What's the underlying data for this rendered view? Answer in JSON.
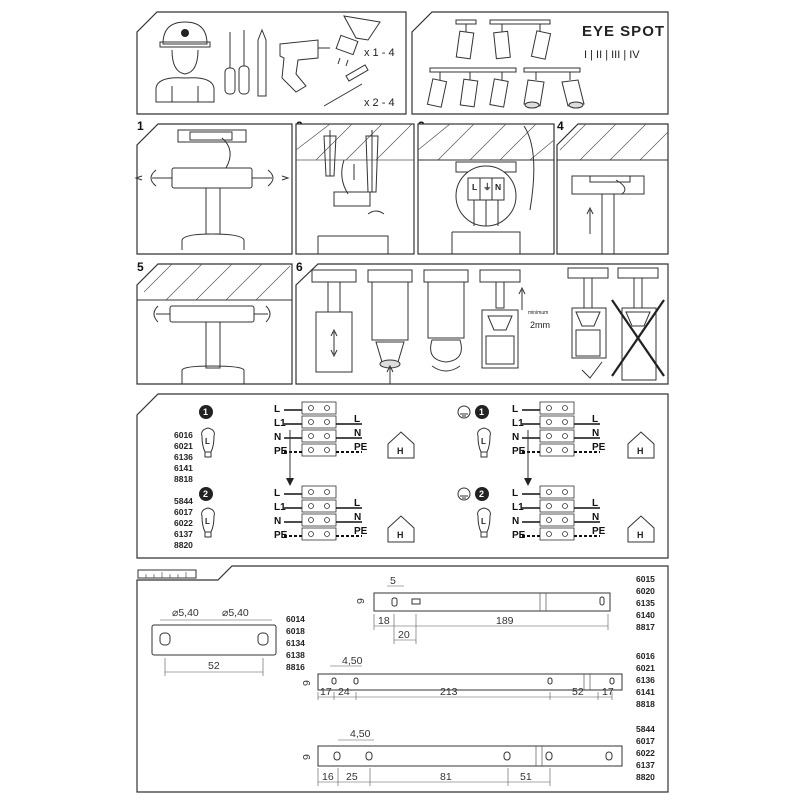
{
  "title": "EYE SPOT",
  "variants": "I | II | III | IV",
  "tools": {
    "bulb_qty": "x 1 - 4",
    "screw_qty": "x 2 - 4"
  },
  "steps": [
    "1",
    "2",
    "3",
    "4",
    "5",
    "6"
  ],
  "step3_terminal": {
    "l": "L",
    "earth": "⏚",
    "n": "N"
  },
  "step6": {
    "minimum_label": "minimum",
    "minimum_value": "2mm"
  },
  "wiring": {
    "group1_codes": [
      "6016",
      "6021",
      "6136",
      "6141",
      "8818"
    ],
    "group2_codes": [
      "5844",
      "6017",
      "6022",
      "6137",
      "8820"
    ],
    "marker1": "1",
    "marker2": "2",
    "bulb_letter": "L",
    "house_letter": "H",
    "terminal_labels": {
      "l": "L",
      "l1": "L1",
      "n": "N",
      "pe": "PE"
    }
  },
  "dimensions": {
    "bar1": {
      "codes": [
        "6014",
        "6018",
        "6134",
        "6138",
        "8816"
      ],
      "hole1": "⌀5,40",
      "hole2": "⌀5,40",
      "spacing": "52"
    },
    "bar2": {
      "codes": [
        "6015",
        "6020",
        "6135",
        "6140",
        "8817"
      ],
      "d5": "5",
      "d9": "9",
      "d18": "18",
      "d20": "20",
      "d189": "189"
    },
    "bar3": {
      "codes": [
        "6016",
        "6021",
        "6136",
        "6141",
        "8818"
      ],
      "d450": "4,50",
      "d9": "9",
      "d17a": "17",
      "d24": "24",
      "d213": "213",
      "d52": "52",
      "d17b": "17"
    },
    "bar4": {
      "codes": [
        "5844",
        "6017",
        "6022",
        "6137",
        "8820"
      ],
      "d450": "4,50",
      "d9": "9",
      "d16": "16",
      "d25": "25",
      "d81": "81",
      "d51": "51"
    }
  }
}
